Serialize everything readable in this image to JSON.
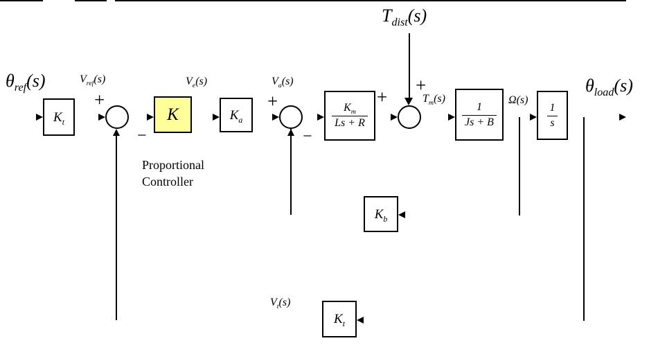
{
  "signals": {
    "theta_ref": {
      "base": "θ",
      "sub": "ref",
      "paren": "(s)"
    },
    "v_ref": {
      "base": "V",
      "sub": "ref",
      "paren": "(s)"
    },
    "v_e": {
      "base": "V",
      "sub": "e",
      "paren": "(s)"
    },
    "v_a": {
      "base": "V",
      "sub": "a",
      "paren": "(s)"
    },
    "t_dist": {
      "base": "T",
      "sub": "dist",
      "paren": "(s)"
    },
    "t_m": {
      "base": "T",
      "sub": "m",
      "paren": "(s)"
    },
    "omega": {
      "base": "Ω",
      "paren": "(s)"
    },
    "theta_load": {
      "base": "θ",
      "sub": "load",
      "paren": "(s)"
    },
    "v_t": {
      "base": "V",
      "sub": "t",
      "paren": "(s)"
    }
  },
  "blocks": {
    "sensor_input": {
      "base": "K",
      "sub": "t"
    },
    "proportional": {
      "base": "K"
    },
    "amplifier": {
      "base": "K",
      "sub": "a"
    },
    "armature": {
      "num_base": "K",
      "num_sub": "m",
      "den": "Ls + R"
    },
    "inertia": {
      "num": "1",
      "den": "Js + B"
    },
    "integrator": {
      "num": "1",
      "den": "s"
    },
    "back_emf": {
      "base": "K",
      "sub": "b"
    },
    "sensor_feedback": {
      "base": "K",
      "sub": "t"
    }
  },
  "annotations": {
    "controller_line1": "Proportional",
    "controller_line2": "Controller"
  },
  "signs": {
    "plus": "+",
    "minus": "−"
  },
  "colors": {
    "highlight": "#FFFF99",
    "line": "#000000",
    "background": "#FFFFFF"
  }
}
